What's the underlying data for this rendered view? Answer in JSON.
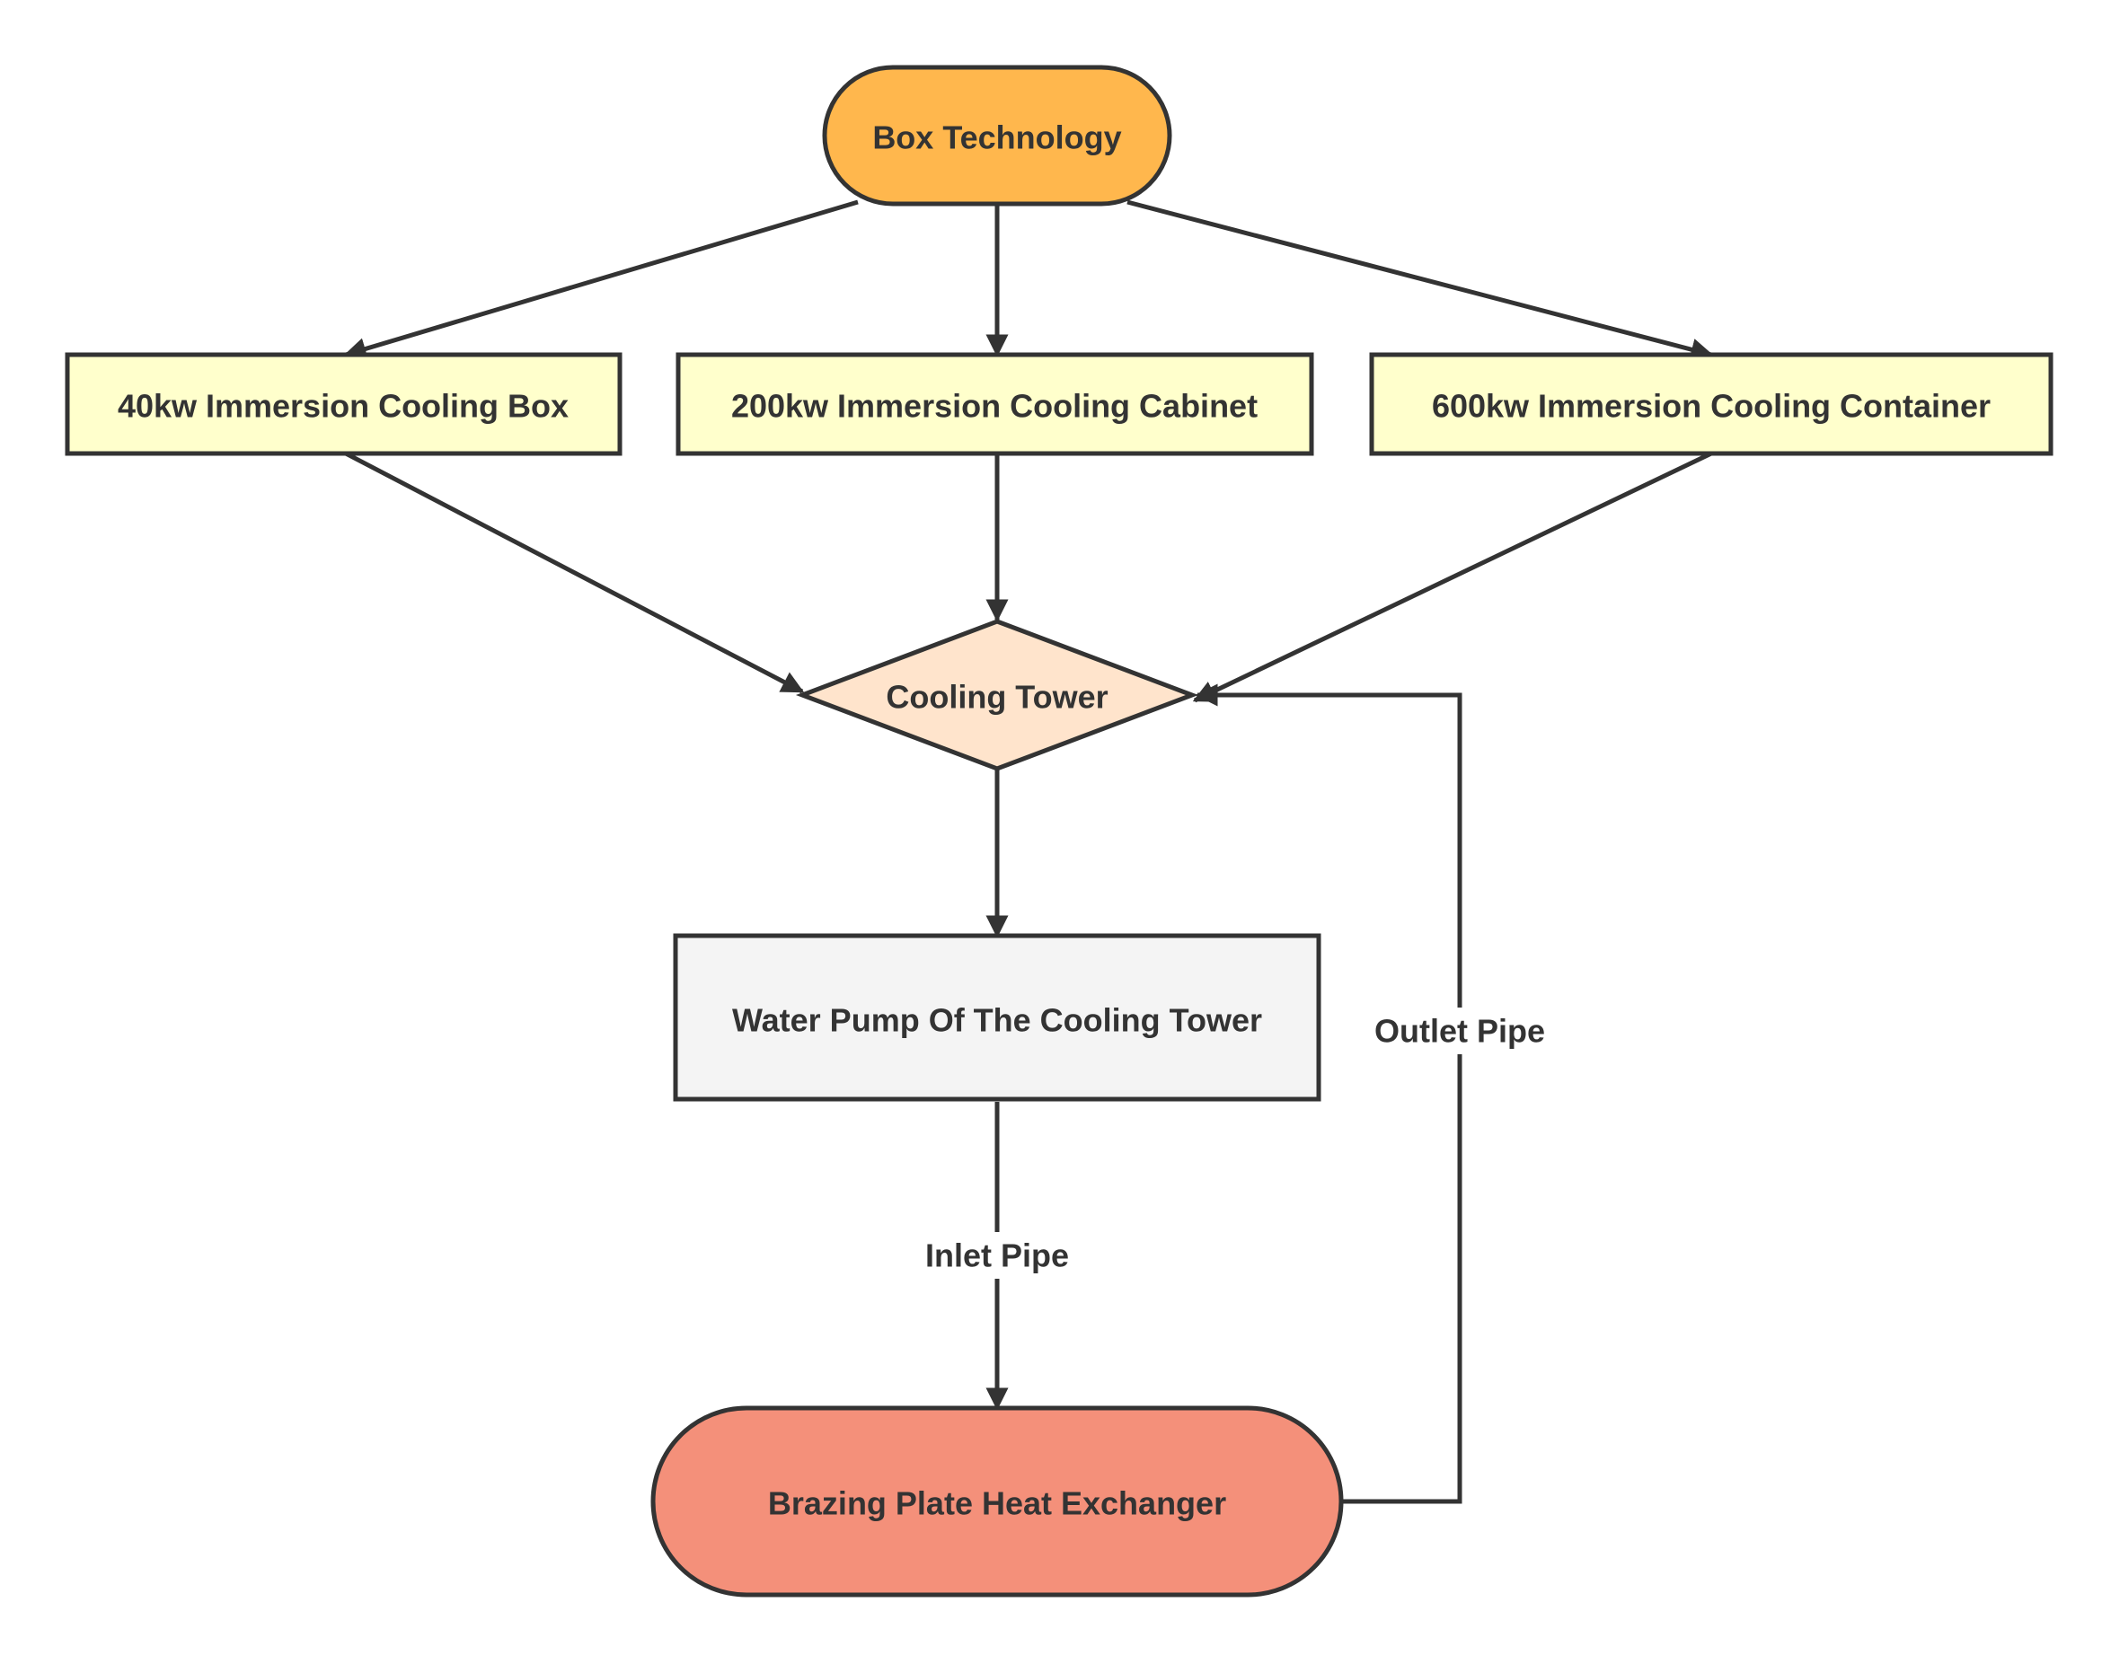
{
  "colors": {
    "stroke": "#333333",
    "text": "#333333",
    "background": "#ffffff",
    "box_technology": "#ffb74d",
    "unit_nodes": "#ffffcc",
    "cooling_tower": "#ffe4cc",
    "water_pump": "#f4f4f4",
    "heat_exchanger": "#f4907a"
  },
  "nodes": {
    "box_technology": "Box Technology",
    "box_40kw": "40kw Immersion Cooling Box",
    "cabinet_200kw": "200kw Immersion Cooling Cabinet",
    "container_600kw": "600kw Immersion Cooling Container",
    "cooling_tower": "Cooling Tower",
    "water_pump": "Water Pump Of The Cooling Tower",
    "heat_exchanger": "Brazing Plate Heat Exchanger"
  },
  "edges": [
    {
      "from": "box_technology",
      "to": "box_40kw",
      "label": ""
    },
    {
      "from": "box_technology",
      "to": "cabinet_200kw",
      "label": ""
    },
    {
      "from": "box_technology",
      "to": "container_600kw",
      "label": ""
    },
    {
      "from": "box_40kw",
      "to": "cooling_tower",
      "label": ""
    },
    {
      "from": "cabinet_200kw",
      "to": "cooling_tower",
      "label": ""
    },
    {
      "from": "container_600kw",
      "to": "cooling_tower",
      "label": ""
    },
    {
      "from": "cooling_tower",
      "to": "water_pump",
      "label": ""
    },
    {
      "from": "water_pump",
      "to": "heat_exchanger",
      "label": "Inlet Pipe"
    },
    {
      "from": "heat_exchanger",
      "to": "cooling_tower",
      "label": "Outlet Pipe"
    }
  ]
}
